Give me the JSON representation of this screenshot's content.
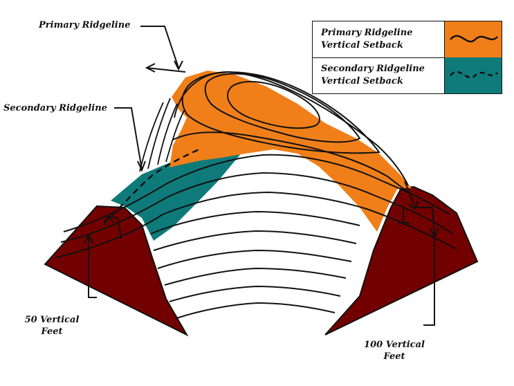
{
  "labels": {
    "primary_ridgeline": "Primary Ridgeline",
    "secondary_ridgeline": "Secondary Ridgeline",
    "fifty_line1": "50 Vertical",
    "fifty_line2": "Feet",
    "hundred_line1": "100 Vertical",
    "hundred_line2": "Feet"
  },
  "legend": {
    "primary_line1": "Primary Ridgeline",
    "primary_line2": "Vertical Setback",
    "secondary_line1": "Secondary Ridgeline",
    "secondary_line2": "Vertical Setback"
  },
  "colors": {
    "primary": "#f07f1a",
    "secondary": "#0f7a7a",
    "slope": "#730000",
    "line": "#111111"
  }
}
